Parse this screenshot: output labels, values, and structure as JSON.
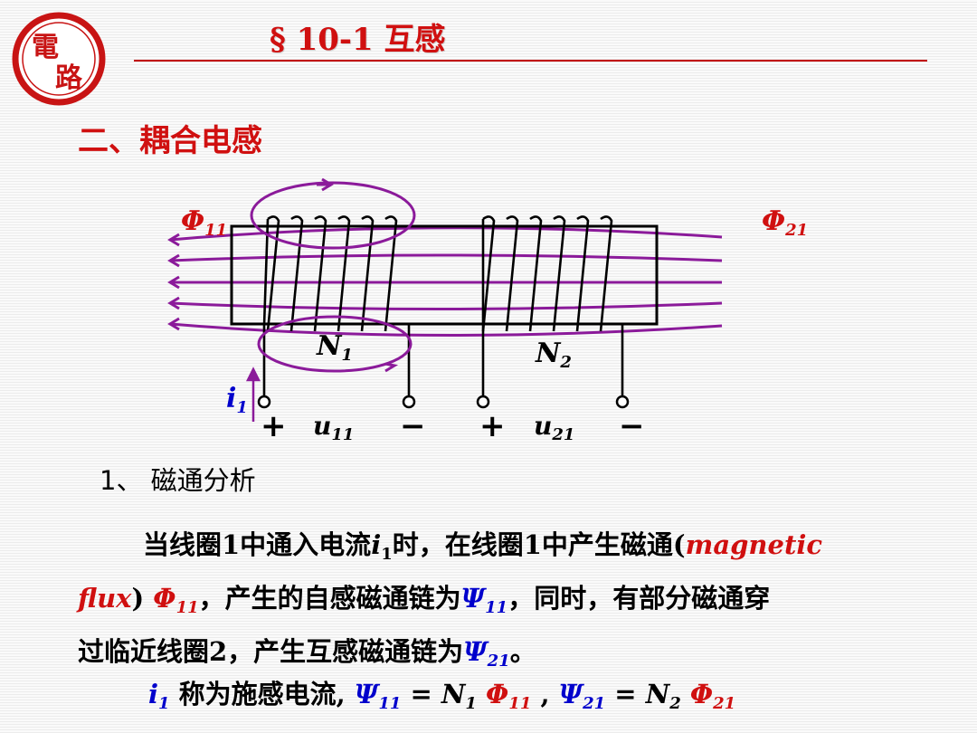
{
  "logo": {
    "chars": [
      "電",
      "路"
    ],
    "color": "#c81414"
  },
  "header": {
    "title": "§ 10-1   互感"
  },
  "section": {
    "title": "二、耦合电感"
  },
  "diagram": {
    "phi11": "Φ",
    "phi11_sub": "11",
    "phi21": "Φ",
    "phi21_sub": "21",
    "n1": "N",
    "n1_sub": "1",
    "n2": "N",
    "n2_sub": "2",
    "i1": "i",
    "i1_sub": "1",
    "plus": "+",
    "minus": "−",
    "u11": "u",
    "u11_sub": "11",
    "u21": "u",
    "u21_sub": "21",
    "colors": {
      "flux": "#8b1a9a",
      "coil": "#000000",
      "label_blue": "#0000cc",
      "label_red": "#d01010"
    }
  },
  "heading": {
    "text": "1、 磁通分析"
  },
  "paragraph": {
    "p1": "当线圈1中通入电流",
    "i": "i",
    "i_sub": "1",
    "p2": "时，在线圈1中产生磁通(",
    "magnetic": "magnetic",
    "flux": "flux",
    "p3": ") ",
    "phi": "Φ",
    "phi_sub": "11",
    "p4": "，产生的自感磁通链为",
    "psi": "Ψ",
    "psi_sub": "11",
    "p5": "，同时，有部分磁通穿",
    "p6": "过临近线圈2，产生互感磁通链为",
    "psi2": "Ψ",
    "psi2_sub": "21",
    "p7": "。"
  },
  "formula": {
    "i": "i",
    "i_sub": "1",
    "t1": " 称为施感电流, ",
    "psi11": "Ψ",
    "psi11_sub": "11",
    "eq1": " = N",
    "n1_sub": "1",
    "phi11": " Φ",
    "phi11_sub": "11",
    "comma": " , ",
    "psi21": "Ψ",
    "psi21_sub": "21",
    "eq2": " = N",
    "n2_sub": "2",
    "phi21": " Φ",
    "phi21_sub": "21"
  }
}
